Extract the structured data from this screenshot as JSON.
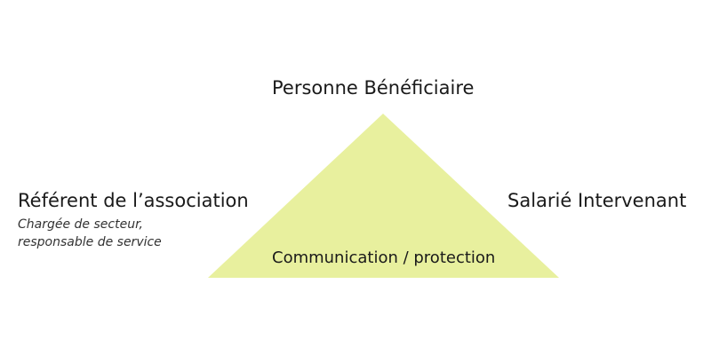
{
  "diagram": {
    "fill_color": "#e8f09e",
    "top_node": "Personne Bénéficiaire",
    "left_node": {
      "title": "Référent de l’association",
      "subtitle_lines": [
        "Chargée de secteur,",
        "responsable de service"
      ]
    },
    "right_node": "Salarié Intervenant",
    "center_label": "Communication / protection"
  }
}
